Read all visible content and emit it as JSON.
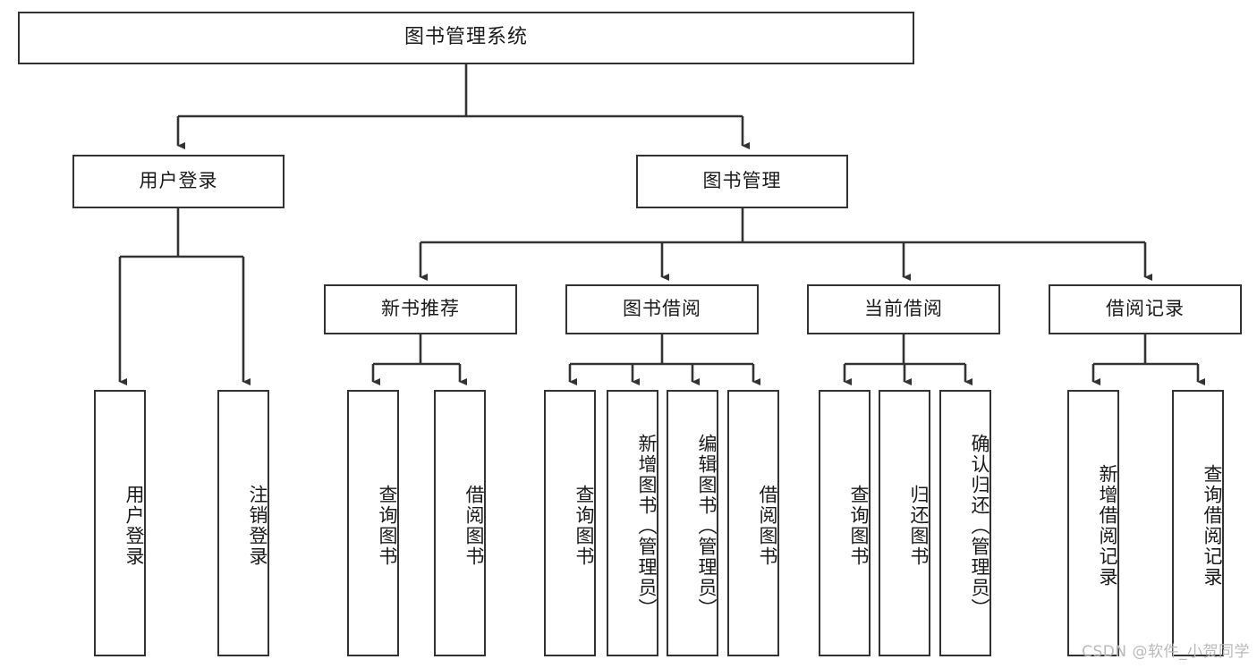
{
  "diagram": {
    "title": "图书管理系统",
    "type": "hierarchy-tree",
    "levels": 4,
    "watermark": "CSDN @软件_小贺同学",
    "colors": {
      "box_border": "#333333",
      "box_fill": "#ffffff",
      "connector": "#333333",
      "text": "#1a1a1a",
      "watermark": "#b9b9b9",
      "background": "#ffffff"
    },
    "nodes": {
      "root": {
        "label": "图书管理系统"
      },
      "level2": [
        {
          "id": "user-login",
          "label": "用户登录"
        },
        {
          "id": "book-management",
          "label": "图书管理"
        }
      ],
      "level3": [
        {
          "id": "new-book-recommend",
          "label": "新书推荐"
        },
        {
          "id": "book-borrow",
          "label": "图书借阅"
        },
        {
          "id": "current-borrow",
          "label": "当前借阅"
        },
        {
          "id": "borrow-record",
          "label": "借阅记录"
        }
      ],
      "leaves": {
        "user_login": [
          {
            "id": "leaf-user-login",
            "label": "用户登录"
          },
          {
            "id": "leaf-user-logout",
            "label": "注销登录"
          }
        ],
        "new_book_recommend": [
          {
            "id": "leaf-query-book-1",
            "label": "查询图书"
          },
          {
            "id": "leaf-borrow-book-1",
            "label": "借阅图书"
          }
        ],
        "book_borrow": [
          {
            "id": "leaf-query-book-2",
            "label": "查询图书"
          },
          {
            "id": "leaf-add-book",
            "label": "新增图书（管理员）"
          },
          {
            "id": "leaf-edit-book",
            "label": "编辑图书（管理员）"
          },
          {
            "id": "leaf-borrow-book-2",
            "label": "借阅图书"
          }
        ],
        "current_borrow": [
          {
            "id": "leaf-query-book-3",
            "label": "查询图书"
          },
          {
            "id": "leaf-return-book",
            "label": "归还图书"
          },
          {
            "id": "leaf-confirm-return",
            "label": "确认归还（管理员）"
          }
        ],
        "borrow_record": [
          {
            "id": "leaf-add-record",
            "label": "新增借阅记录"
          },
          {
            "id": "leaf-query-record",
            "label": "查询借阅记录"
          }
        ]
      }
    }
  }
}
